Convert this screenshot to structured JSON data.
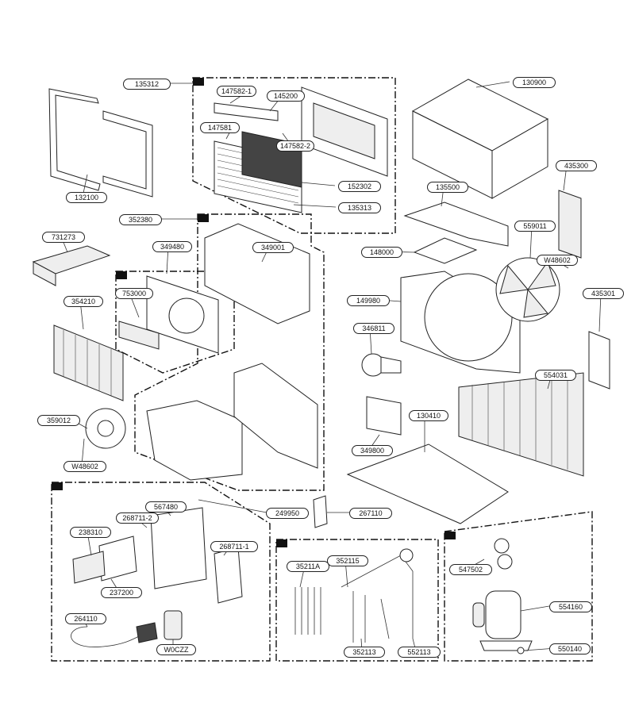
{
  "diagram": {
    "parts": [
      "135312",
      "130900",
      "147582-1",
      "145200",
      "147581",
      "147582-2",
      "152302",
      "135313",
      "132100",
      "435300",
      "135500",
      "352380",
      "731273",
      "349480",
      "349001",
      "148000",
      "559011",
      "W48602",
      "753000",
      "354210",
      "149980",
      "435301",
      "346811",
      "554031",
      "359012",
      "130410",
      "349800",
      "W48602",
      "567480",
      "249950",
      "268711-2",
      "267110",
      "238310",
      "268711-1",
      "35211A",
      "352115",
      "547502",
      "237200",
      "554160",
      "264110",
      "352113",
      "552113",
      "550140",
      "W0CZZ"
    ]
  }
}
